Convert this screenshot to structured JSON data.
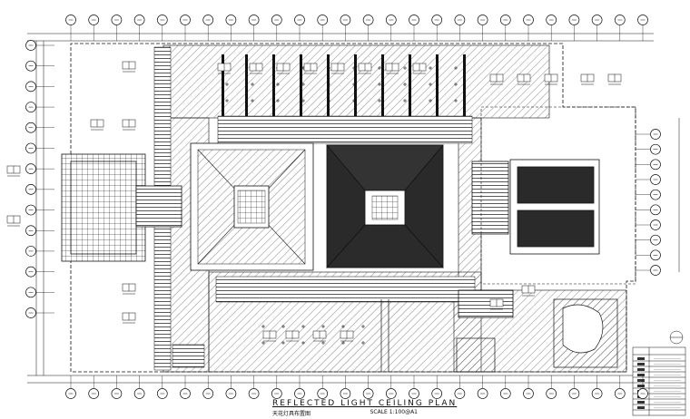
{
  "drawing": {
    "title": "REFLECTED LIGHT CEILING PLAN",
    "subtitle_cn": "天花灯具布置图",
    "scale_label": "SCALE",
    "scale_value": "1:100@A1"
  },
  "grid": {
    "top_bubble_count": 26,
    "bottom_bubble_count": 26,
    "left_bubble_count": 14,
    "right_bubble_count": 10
  },
  "colors": {
    "line": "#111111",
    "hatch": "#444444",
    "dense": "#1a1a1a",
    "paper": "#ffffff"
  }
}
